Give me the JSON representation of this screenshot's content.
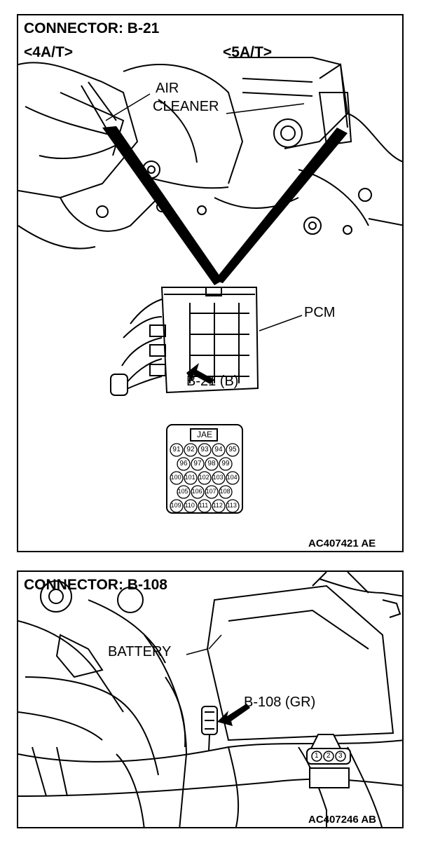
{
  "panel1": {
    "title": "CONNECTOR: B-21",
    "variant_4at": "<4A/T>",
    "variant_5at": "<5A/T>",
    "air_cleaner_line1": "AIR",
    "air_cleaner_line2": "CLEANER",
    "pcm": "PCM",
    "connector_callout": "B-21 (B)",
    "jae_label": "JAE",
    "pins": [
      [
        "91",
        "92",
        "93",
        "94",
        "95"
      ],
      [
        "96",
        "97",
        "98",
        "99"
      ],
      [
        "100",
        "101",
        "102",
        "103",
        "104"
      ],
      [
        "105",
        "106",
        "107",
        "108"
      ],
      [
        "109",
        "110",
        "111",
        "112",
        "113"
      ]
    ],
    "figure_code": "AC407421 AE"
  },
  "panel2": {
    "title": "CONNECTOR: B-108",
    "battery": "BATTERY",
    "connector_callout": "B-108 (GR)",
    "pins": [
      "1",
      "2",
      "3"
    ],
    "figure_code": "AC407246 AB"
  }
}
